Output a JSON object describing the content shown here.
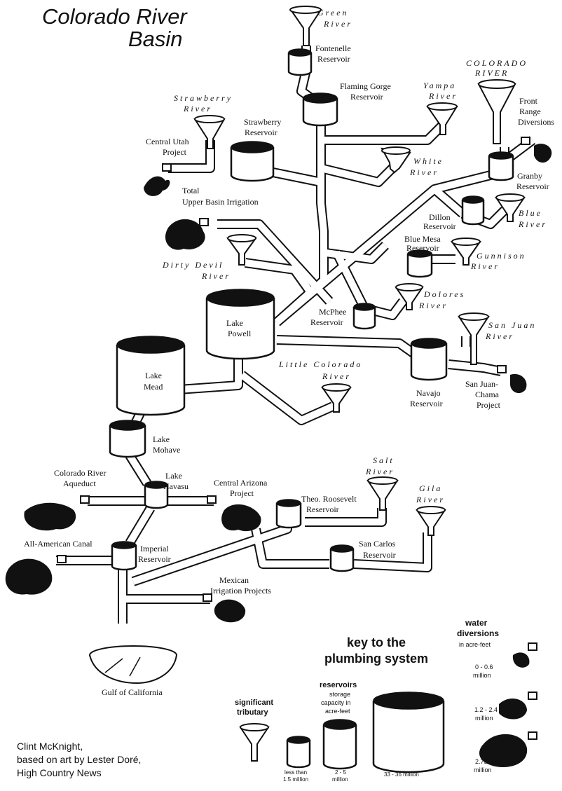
{
  "title": [
    "Colorado River",
    "Basin"
  ],
  "rivers": {
    "green": [
      "Green",
      "River"
    ],
    "colorado": [
      "COLORADO",
      "RIVER"
    ],
    "yampa": [
      "Yampa",
      "River"
    ],
    "strawberry": [
      "Strawberry",
      "River"
    ],
    "white": [
      "White",
      "River"
    ],
    "blue": [
      "Blue",
      "River"
    ],
    "gunnison": [
      "Gunnison",
      "River"
    ],
    "dirty_devil": [
      "Dirty Devil",
      "River"
    ],
    "dolores": [
      "Dolores",
      "River"
    ],
    "san_juan": [
      "San Juan",
      "River"
    ],
    "little_colorado": [
      "Little Colorado",
      "River"
    ],
    "salt": [
      "Salt",
      "River"
    ],
    "gila": [
      "Gila",
      "River"
    ]
  },
  "reservoirs": {
    "fontenelle": [
      "Fontenelle",
      "Reservoir"
    ],
    "flaming_gorge": [
      "Flaming Gorge",
      "Reservoir"
    ],
    "strawberry": [
      "Strawberry",
      "Reservoir"
    ],
    "granby": [
      "Granby",
      "Reservoir"
    ],
    "dillon": [
      "Dillon",
      "Reservoir"
    ],
    "blue_mesa": [
      "Blue Mesa",
      "Reservoir"
    ],
    "mcphee": [
      "McPhee",
      "Reservoir"
    ],
    "lake_powell": [
      "Lake",
      "Powell"
    ],
    "navajo": [
      "Navajo",
      "Reservoir"
    ],
    "lake_mead": [
      "Lake",
      "Mead"
    ],
    "lake_mohave": [
      "Lake",
      "Mohave"
    ],
    "lake_havasu": [
      "Lake",
      "Havasu"
    ],
    "theo_roosevelt": [
      "Theo. Roosevelt",
      "Reservoir"
    ],
    "san_carlos": [
      "San Carlos",
      "Reservoir"
    ],
    "imperial": [
      "Imperial",
      "Reservoir"
    ]
  },
  "diversions": {
    "central_utah": [
      "Central Utah",
      "Project"
    ],
    "upper_basin": [
      "Total",
      "Upper Basin Irrigation"
    ],
    "front_range": [
      "Front",
      "Range",
      "Diversions"
    ],
    "san_juan_chama": [
      "San Juan-",
      "Chama",
      "Project"
    ],
    "co_aqueduct": [
      "Colorado River",
      "Aqueduct"
    ],
    "central_arizona": [
      "Central Arizona",
      "Project"
    ],
    "all_american": "All-American Canal",
    "mexican": [
      "Mexican",
      "Irrigation Projects"
    ]
  },
  "gulf": "Gulf of California",
  "key": {
    "title": [
      "key to the",
      "plumbing system"
    ],
    "water_diversions": [
      "water",
      "diversions"
    ],
    "in_acre_feet": "in acre-feet",
    "div_small": [
      "0 - 0.6",
      "million"
    ],
    "div_medium": [
      "1.2 - 2.4",
      "million"
    ],
    "div_large": [
      "2.75",
      "million"
    ],
    "reservoirs_heading": "reservoirs",
    "storage": [
      "storage",
      "capacity in",
      "acre-feet"
    ],
    "res_small": [
      "less than",
      "1.5 million"
    ],
    "res_medium": [
      "2 - 5",
      "million"
    ],
    "res_large": "33 - 36 million",
    "tributary": [
      "significant",
      "tributary"
    ]
  },
  "credit": [
    "Clint McKnight,",
    "based on art by Lester Doré,",
    "High Country News"
  ]
}
